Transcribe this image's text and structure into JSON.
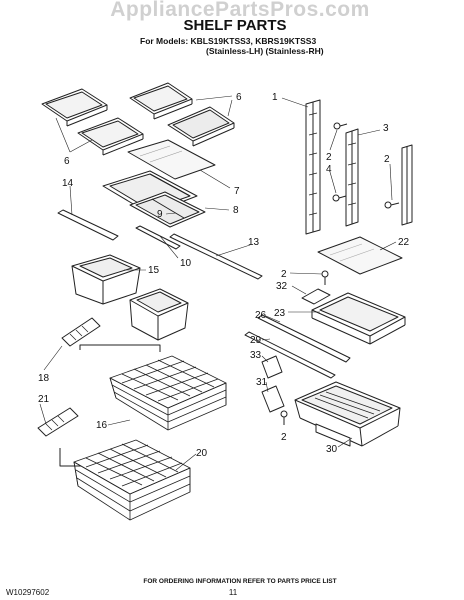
{
  "watermark": "AppliancePartsPros.com",
  "title": "SHELF PARTS",
  "models_line": "For Models: KBLS19KTSS3, KBRS19KTSS3",
  "models_sub": "(Stainless-LH)  (Stainless-RH)",
  "footer_note": "FOR ORDERING INFORMATION REFER TO PARTS PRICE LIST",
  "doc_number": "W10297602",
  "page_number": "11",
  "callouts": {
    "c6a": "6",
    "c6b": "6",
    "c1": "1",
    "c2a": "2",
    "c3": "3",
    "c4": "4",
    "c2b": "2",
    "c7": "7",
    "c9": "9",
    "c8": "8",
    "c14": "14",
    "c13": "13",
    "c10": "10",
    "c22": "22",
    "c15": "15",
    "c2c": "2",
    "c32": "32",
    "c26": "26",
    "c23": "23",
    "c29": "29",
    "c33": "33",
    "c18": "18",
    "c31": "31",
    "c21": "21",
    "c16": "16",
    "c2d": "2",
    "c20": "20",
    "c30": "30"
  }
}
